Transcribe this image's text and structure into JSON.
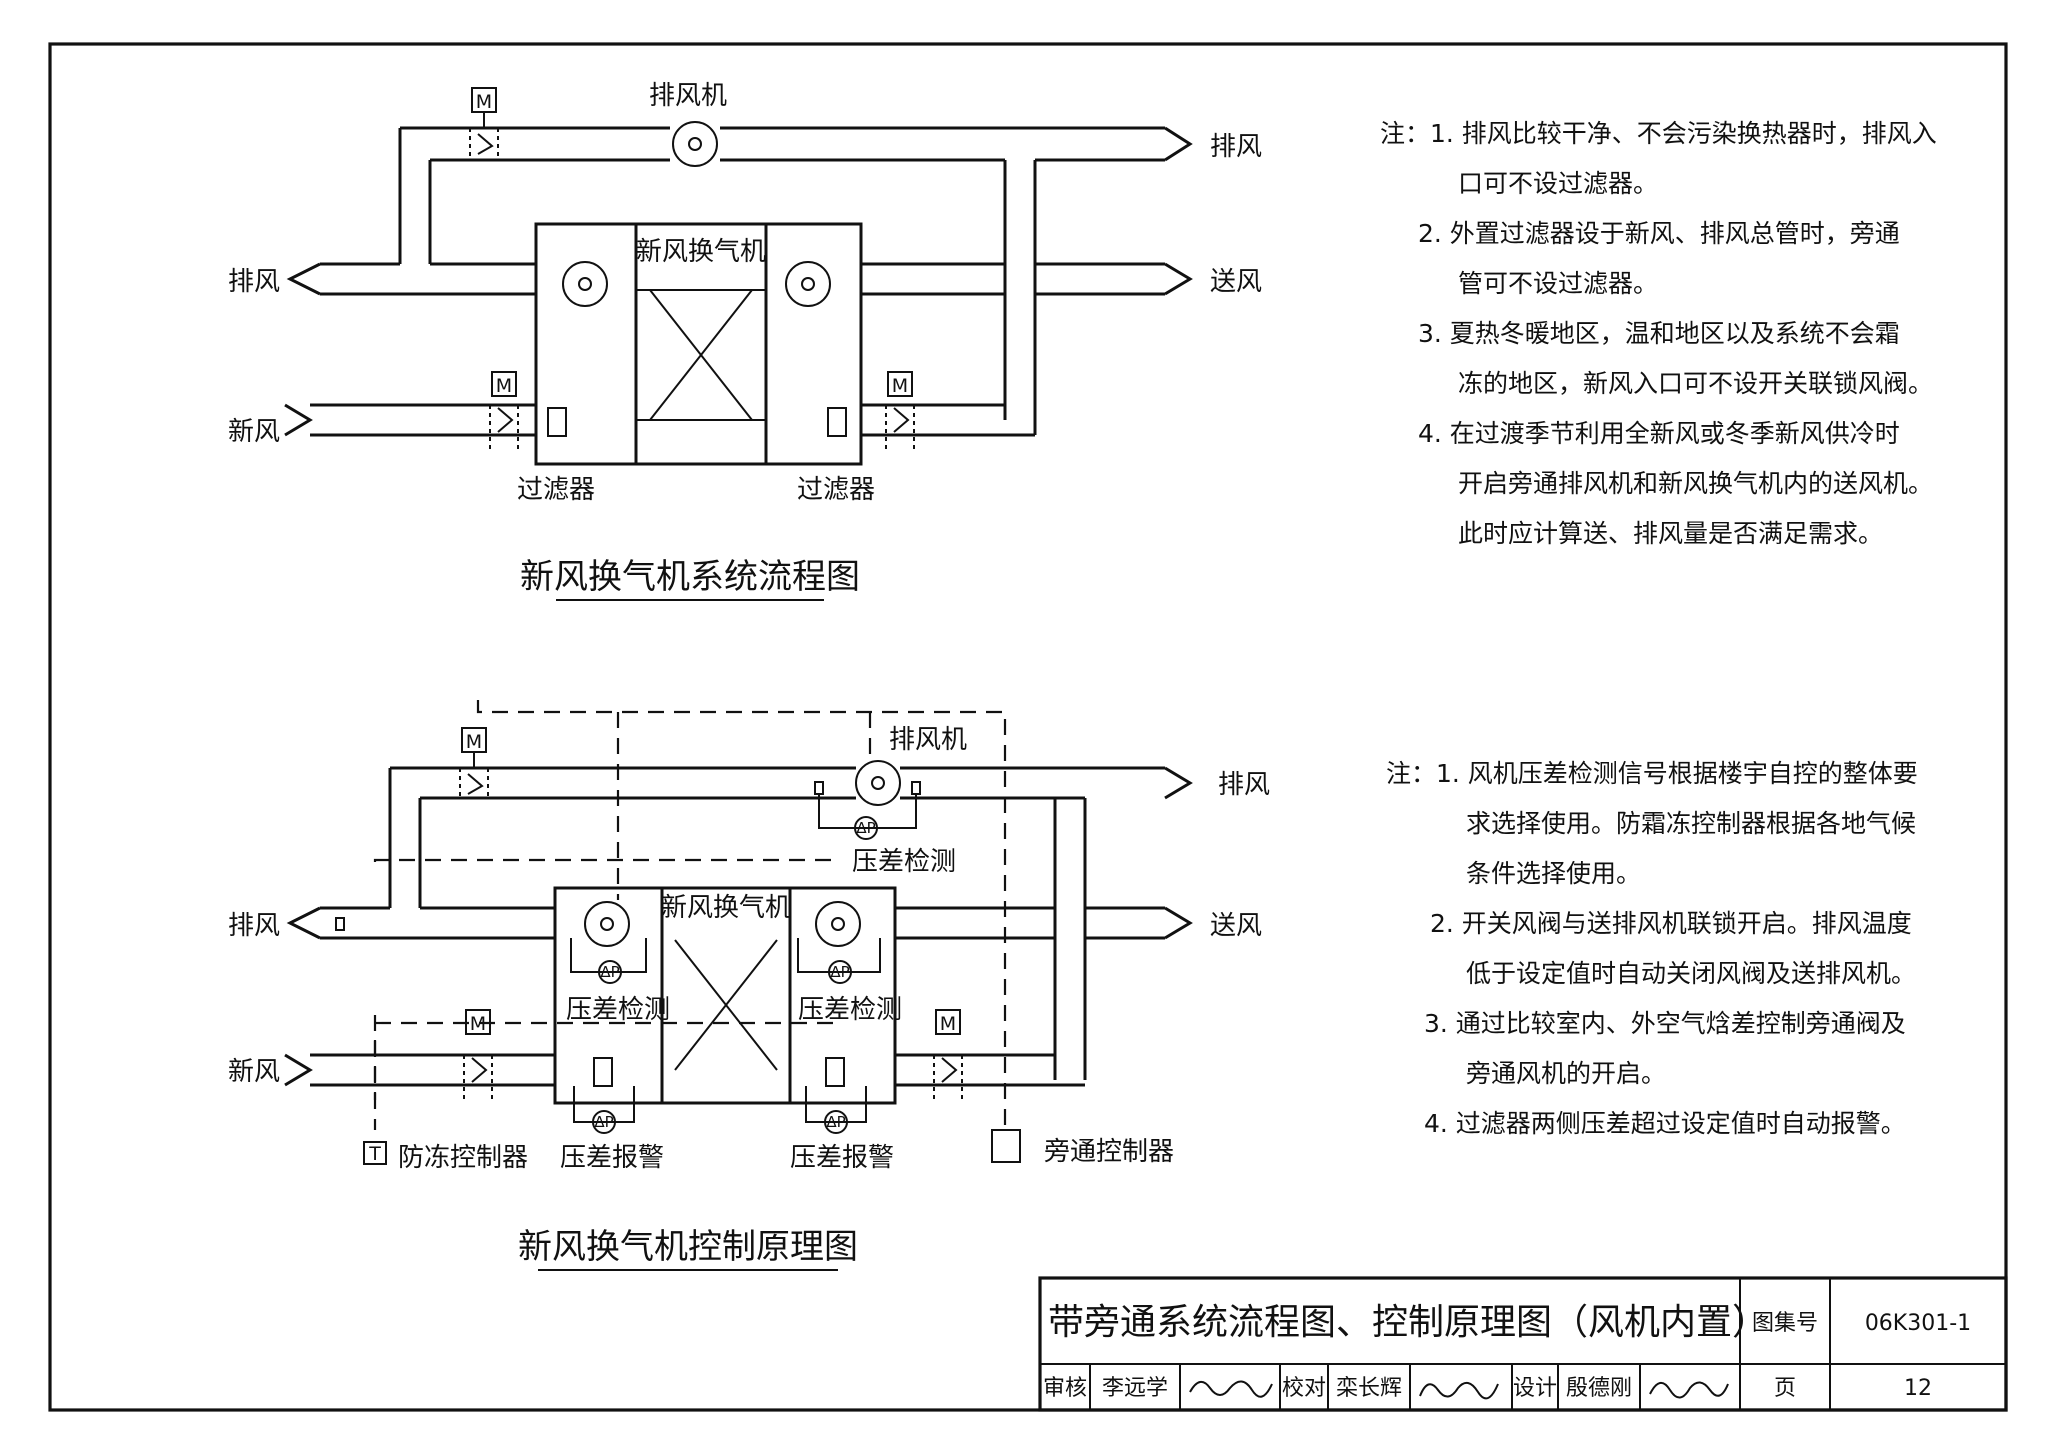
{
  "drawing": {
    "diagram1": {
      "caption": "新风换气机系统流程图",
      "unit_label": "新风换气机",
      "exhaust_fan_label": "排风机",
      "label_exhaust_out": "排风",
      "label_exhaust_in": "排风",
      "label_supply": "送风",
      "label_fresh": "新风",
      "filter_left": "过滤器",
      "filter_right": "过滤器",
      "motor_symbol": "M",
      "notes": [
        "注：1. 排风比较干净、不会污染换热器时，排风入",
        "口可不设过滤器。",
        "2. 外置过滤器设于新风、排风总管时，旁通",
        "管可不设过滤器。",
        "3. 夏热冬暖地区，温和地区以及系统不会霜",
        "冻的地区，新风入口可不设开关联锁风阀。",
        "4. 在过渡季节利用全新风或冬季新风供冷时",
        "开启旁通排风机和新风换气机内的送风机。",
        "此时应计算送、排风量是否满足需求。"
      ]
    },
    "diagram2": {
      "caption": "新风换气机控制原理图",
      "unit_label": "新风换气机",
      "exhaust_fan_label": "排风机",
      "label_exhaust_out": "排风",
      "label_exhaust_in": "排风",
      "label_supply": "送风",
      "label_fresh": "新风",
      "dp_detect_top": "压差检测",
      "dp_detect_left": "压差检测",
      "dp_detect_right": "压差检测",
      "dp_alarm_left": "压差报警",
      "dp_alarm_right": "压差报警",
      "antifreeze": "防冻控制器",
      "antifreeze_symbol": "T",
      "bypass_controller": "旁通控制器",
      "dp_symbol": "ΔP",
      "motor_symbol": "M",
      "notes": [
        "注：1. 风机压差检测信号根据楼宇自控的整体要",
        "求选择使用。防霜冻控制器根据各地气候",
        "条件选择使用。",
        "2. 开关风阀与送排风机联锁开启。排风温度",
        "低于设定值时自动关闭风阀及送排风机。",
        "3. 通过比较室内、外空气焓差控制旁通阀及",
        "旁通风机的开启。",
        "4. 过滤器两侧压差超过设定值时自动报警。"
      ]
    },
    "title_block": {
      "title": "带旁通系统流程图、控制原理图（风机内置）",
      "atlas_label": "图集号",
      "atlas_no": "06K301-1",
      "review_label": "审核",
      "reviewer": "李远学",
      "check_label": "校对",
      "checker": "栾长辉",
      "design_label": "设计",
      "designer": "殷德刚",
      "page_label": "页",
      "page_no": "12"
    }
  }
}
